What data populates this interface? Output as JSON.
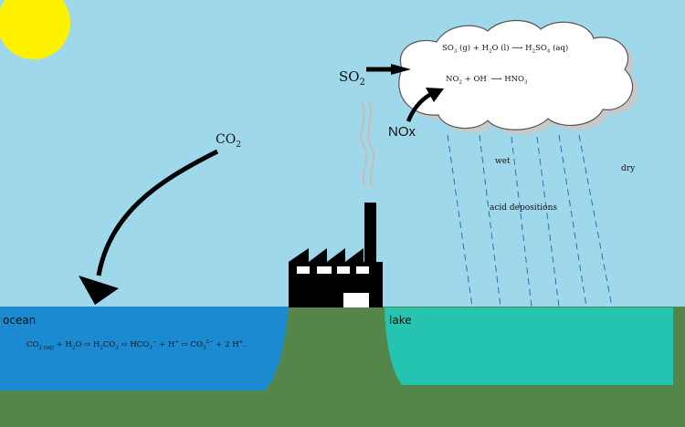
{
  "colors": {
    "sky": "#9fd8ea",
    "sun": "#fff200",
    "ground": "#54864a",
    "ocean": "#1c8ad0",
    "lake": "#24c4b0",
    "factory": "#000000",
    "cloud": "#ffffff",
    "rain": "#2a6fb8"
  },
  "icons": {
    "sun": "sun-icon",
    "cloud": "cloud-icon",
    "factory": "factory-icon"
  },
  "labels": {
    "co2_prefix": "CO",
    "co2_sub": "2",
    "so2_prefix": "SO",
    "so2_sub": "2",
    "nox": "NOx",
    "ocean": "ocean",
    "lake": "lake",
    "wet": "wet",
    "dry": "dry",
    "acid_depositions": "acid depositions"
  },
  "equations": {
    "cloud_1": {
      "a": "SO",
      "a_sub": "3",
      "b": " (g) + H",
      "b_sub": "2",
      "c": "O (l) ⟶ H",
      "c_sub": "2",
      "d": "SO",
      "d_sub": "4",
      "e": " (aq)"
    },
    "cloud_2": {
      "a": "NO",
      "a_sub": "2",
      "b": " + OH",
      "b_sup": "·",
      "c": " ⟶ HNO",
      "c_sub": "3"
    },
    "ocean": {
      "a": "CO",
      "a_sub1": "2",
      "a_sub2": " (aq)",
      "b": " + H",
      "b_sub": "2",
      "c": "O ⇨ H",
      "c_sub": "2",
      "d": "CO",
      "d_sub": "3",
      "e": " ⇨ HCO",
      "e_sub": "3",
      "e_sup": "−",
      "f": " + H",
      "f_sup": "+",
      "g": " ⇨ CO",
      "g_sub": "3",
      "g_sup": "2−",
      "h": " + 2 H",
      "h_sup": "+",
      "i": "."
    }
  }
}
